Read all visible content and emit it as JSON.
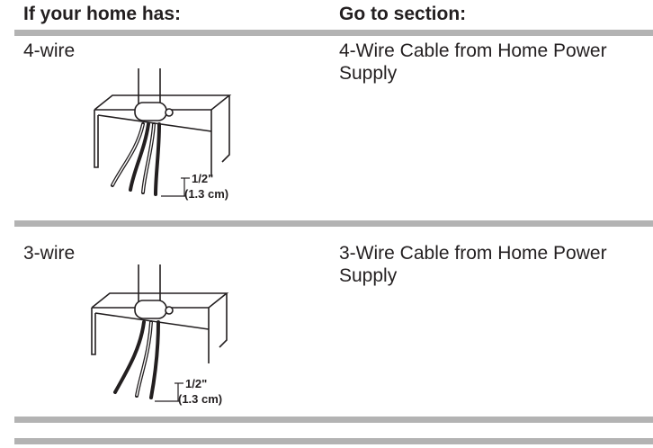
{
  "table": {
    "headers": [
      "If your home has:",
      "Go to section:"
    ],
    "rows": [
      {
        "wire_type": "4-wire",
        "section": "4-Wire Cable from Home Power Supply",
        "measure_in": "1/2\"",
        "measure_cm": "(1.3 cm)"
      },
      {
        "wire_type": "3-wire",
        "section": "3-Wire Cable from Home Power Supply",
        "measure_in": "1/2\"",
        "measure_cm": "(1.3 cm)"
      }
    ]
  },
  "colors": {
    "rule": "#b3b3b3",
    "text": "#231f20"
  }
}
